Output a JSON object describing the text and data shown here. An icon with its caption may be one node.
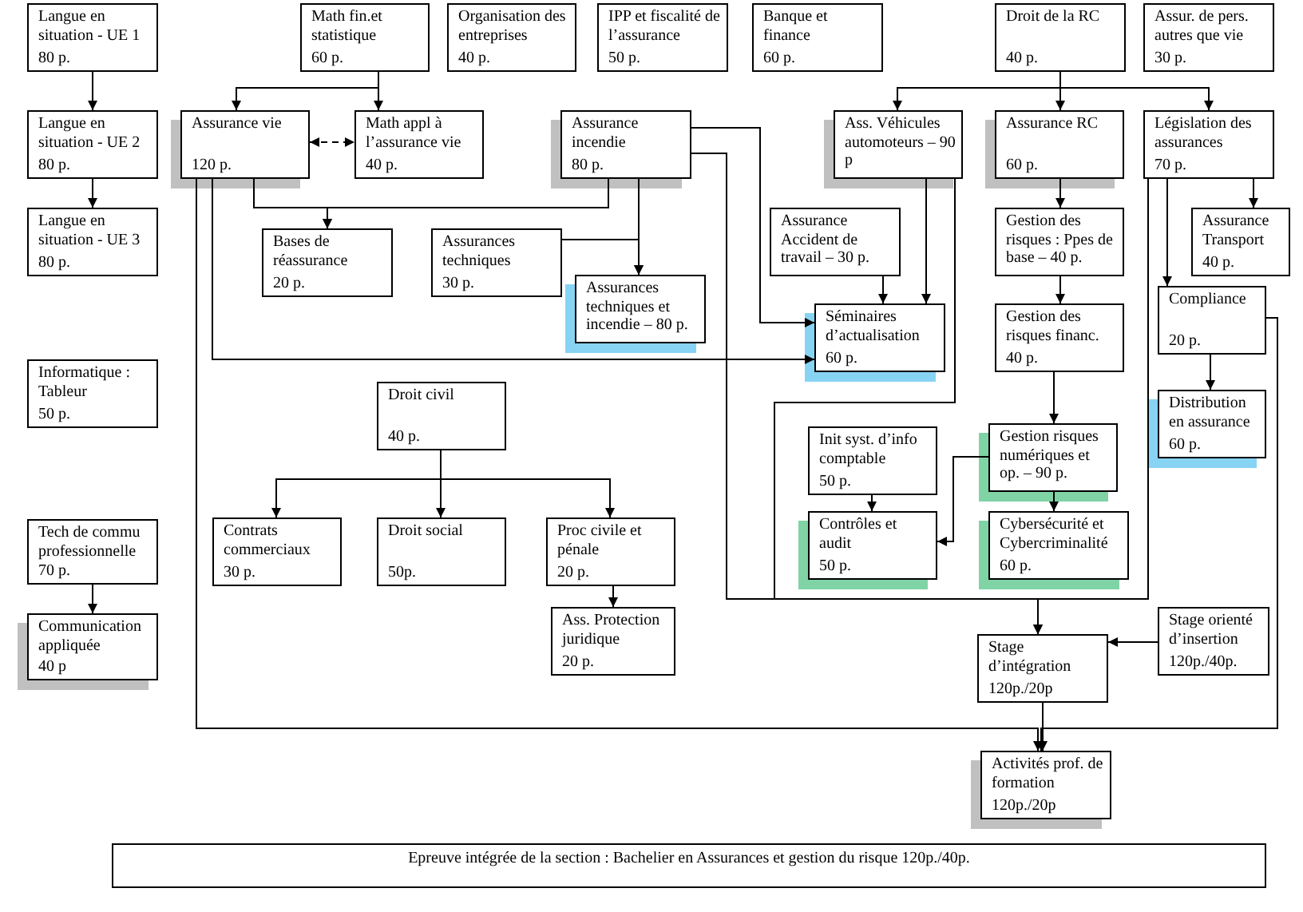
{
  "diagram": {
    "nodes": [
      {
        "text": [
          "Langue en situation - UE 1",
          "80 p."
        ]
      },
      {
        "text": [
          "Math fin.et statistique",
          "60 p."
        ]
      },
      {
        "text": [
          "Organisation des entreprises",
          "40 p."
        ]
      },
      {
        "text": [
          "IPP et fiscalité de l’assurance",
          "50 p."
        ]
      },
      {
        "text": [
          "Banque et finance",
          "60 p."
        ]
      },
      {
        "text": [
          "Droit de la RC",
          "40 p."
        ]
      },
      {
        "text": [
          "Assur. de pers. autres que vie",
          "30 p."
        ]
      },
      {
        "text": [
          "Langue en situation - UE 2",
          "80 p."
        ]
      },
      {
        "text": [
          "Assurance vie",
          "120 p."
        ]
      },
      {
        "text": [
          "Math appl à l’assurance vie",
          "40 p."
        ]
      },
      {
        "text": [
          "Assurance incendie",
          "80 p."
        ]
      },
      {
        "text": [
          "Ass. Véhicules automoteurs – 90 p"
        ]
      },
      {
        "text": [
          "Assurance RC",
          "60 p."
        ]
      },
      {
        "text": [
          "Législation des assurances",
          "70 p."
        ]
      },
      {
        "text": [
          "Langue en situation - UE 3",
          "80 p."
        ]
      },
      {
        "text": [
          "Bases de réassurance",
          "20 p."
        ]
      },
      {
        "text": [
          "Assurances techniques",
          "30 p."
        ]
      },
      {
        "text": [
          "Assurance Accident de travail – 30 p."
        ]
      },
      {
        "text": [
          "Gestion des risques : Ppes de base – 40 p."
        ]
      },
      {
        "text": [
          "Assurance Transport",
          "40 p."
        ]
      },
      {
        "text": [
          "Assurances techniques et incendie – 80 p."
        ]
      },
      {
        "text": [
          "Séminaires d’actualisation",
          "60 p."
        ]
      },
      {
        "text": [
          "Gestion des risques financ.",
          "40 p."
        ]
      },
      {
        "text": [
          "Compliance",
          "20 p."
        ]
      },
      {
        "text": [
          "Informatique : Tableur",
          "50 p."
        ]
      },
      {
        "text": [
          "Droit civil",
          "40 p."
        ]
      },
      {
        "text": [
          "Distribution en assurance",
          "60 p."
        ]
      },
      {
        "text": [
          "Init syst. d’info comptable",
          "50 p."
        ]
      },
      {
        "text": [
          "Gestion risques numériques et op. – 90 p."
        ]
      },
      {
        "text": [
          "Tech de commu professionnelle",
          "70 p."
        ]
      },
      {
        "text": [
          "Contrats commerciaux",
          "30 p."
        ]
      },
      {
        "text": [
          "Droit social",
          "50p."
        ]
      },
      {
        "text": [
          "Proc civile et pénale",
          "20 p."
        ]
      },
      {
        "text": [
          "Contrôles et audit",
          "50 p."
        ]
      },
      {
        "text": [
          "Cybersécurité et Cybercriminalité",
          "60 p."
        ]
      },
      {
        "text": [
          "Ass. Protection juridique",
          "20 p."
        ]
      },
      {
        "text": [
          "Communication appliquée",
          "40 p"
        ]
      },
      {
        "text": [
          "Stage d’intégration",
          "120p./20p"
        ]
      },
      {
        "text": [
          "Stage orienté d’insertion",
          "120p./40p."
        ]
      },
      {
        "text": [
          "Activités prof. de formation",
          "120p./20p"
        ]
      },
      {
        "text": [
          "Epreuve intégrée de la section : Bachelier en Assurances et gestion du risque 120p./40p."
        ]
      }
    ],
    "edges": [
      {
        "from": 0,
        "to": 7,
        "arrow": "to"
      },
      {
        "from": 7,
        "to": 14,
        "arrow": "to"
      },
      {
        "from": 1,
        "to": 8,
        "arrow": "to"
      },
      {
        "from": 1,
        "to": 9,
        "arrow": "to"
      },
      {
        "from": 8,
        "to": 9,
        "arrow": "both",
        "style": "dashed"
      },
      {
        "from": 8,
        "to": 15,
        "arrow": "to"
      },
      {
        "from": 10,
        "to": 15,
        "arrow": "to"
      },
      {
        "from": 10,
        "to": 20,
        "arrow": "to"
      },
      {
        "from": 16,
        "to": 20,
        "arrow": "to"
      },
      {
        "from": 8,
        "to": 21,
        "arrow": "to"
      },
      {
        "from": 8,
        "to": 39,
        "arrow": "to"
      },
      {
        "from": 10,
        "to": 21,
        "arrow": "to"
      },
      {
        "from": 10,
        "to": 37,
        "arrow": "to"
      },
      {
        "from": 11,
        "to": 37,
        "arrow": "to"
      },
      {
        "from": 13,
        "to": 37,
        "arrow": "to"
      },
      {
        "from": 17,
        "to": 21,
        "arrow": "to"
      },
      {
        "from": 11,
        "to": 21,
        "arrow": "to"
      },
      {
        "from": 5,
        "to": 11,
        "arrow": "to"
      },
      {
        "from": 5,
        "to": 12,
        "arrow": "to"
      },
      {
        "from": 5,
        "to": 13,
        "arrow": "to"
      },
      {
        "from": 12,
        "to": 18,
        "arrow": "to"
      },
      {
        "from": 18,
        "to": 22,
        "arrow": "to"
      },
      {
        "from": 22,
        "to": 28,
        "arrow": "to"
      },
      {
        "from": 13,
        "to": 19,
        "arrow": "to"
      },
      {
        "from": 13,
        "to": 23,
        "arrow": "to"
      },
      {
        "from": 23,
        "to": 26,
        "arrow": "to"
      },
      {
        "from": 23,
        "to": 39,
        "arrow": "to"
      },
      {
        "from": 27,
        "to": 33,
        "arrow": "to"
      },
      {
        "from": 28,
        "to": 33,
        "arrow": "to"
      },
      {
        "from": 28,
        "to": 34,
        "arrow": "to"
      },
      {
        "from": 38,
        "to": 37,
        "arrow": "to"
      },
      {
        "from": 37,
        "to": 39,
        "arrow": "to"
      },
      {
        "from": 25,
        "to": 30,
        "arrow": "to"
      },
      {
        "from": 25,
        "to": 31,
        "arrow": "to"
      },
      {
        "from": 25,
        "to": 32,
        "arrow": "to"
      },
      {
        "from": 32,
        "to": 35,
        "arrow": "to"
      },
      {
        "from": 29,
        "to": 36,
        "arrow": "to"
      }
    ]
  }
}
